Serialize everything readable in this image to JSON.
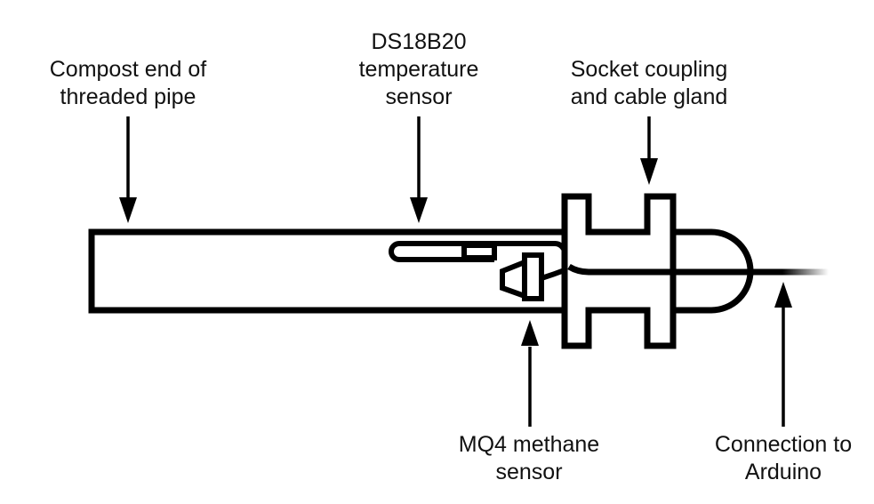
{
  "diagram": {
    "title": "Compost probe sensor assembly",
    "colors": {
      "stroke": "#000000",
      "text": "#111111",
      "background": "#ffffff"
    },
    "labels": [
      {
        "id": "compost-end",
        "lines": [
          "Compost end of",
          "threaded pipe"
        ]
      },
      {
        "id": "temp-sensor",
        "lines": [
          "DS18B20",
          "temperature",
          "sensor"
        ]
      },
      {
        "id": "socket-coupling",
        "lines": [
          "Socket coupling",
          "and cable gland"
        ]
      },
      {
        "id": "methane-sensor",
        "lines": [
          "MQ4 methane",
          "sensor"
        ]
      },
      {
        "id": "arduino-connection",
        "lines": [
          "Connection to",
          "Arduino"
        ]
      }
    ],
    "components": [
      "threaded-pipe",
      "ds18b20-probe",
      "mq4-sensor",
      "socket-coupling",
      "cable-gland",
      "cable"
    ]
  }
}
